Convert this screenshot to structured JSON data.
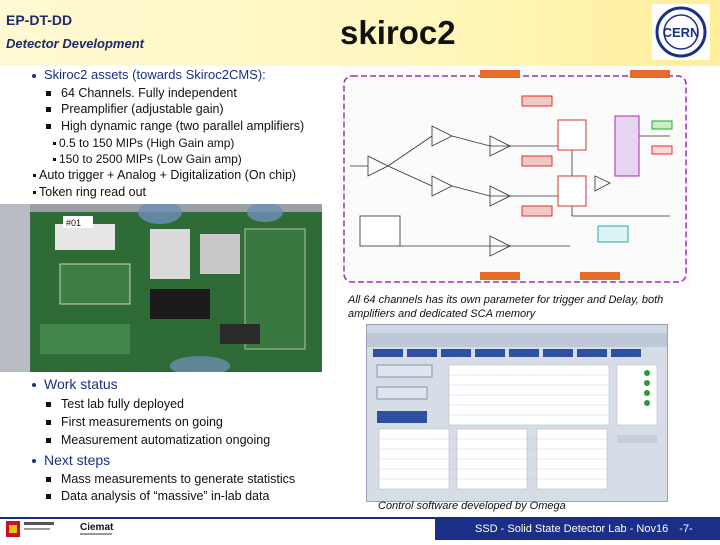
{
  "header": {
    "department": "EP-DT-DD",
    "subtitle": "Detector Development",
    "title": "skiroc2",
    "logo_text": "CERN"
  },
  "assets": {
    "heading": "Skiroc2 assets (towards Skiroc2CMS):",
    "items": [
      "64 Channels. Fully independent",
      "Preamplifier (adjustable gain)",
      "High dynamic range (two parallel amplifiers)"
    ],
    "subitems": [
      "0.5 to 150 MIPs (High Gain amp)",
      "150 to 2500 MIPs (Low Gain amp)"
    ],
    "extra_items": [
      "Auto trigger + Analog + Digitalization (On chip)",
      "Token ring read out"
    ]
  },
  "work_status": {
    "heading": "Work status",
    "items": [
      "Test lab fully deployed",
      "First measurements on going",
      "Measurement automatization ongoing"
    ]
  },
  "next_steps": {
    "heading": "Next steps",
    "items": [
      "Mass measurements to generate statistics",
      "Data analysis of “massive” in-lab data"
    ]
  },
  "captions": {
    "schematic": "All 64 channels has its own parameter for trigger and Delay, both amplifiers and dedicated SCA memory",
    "software": "Control software developed by Omega"
  },
  "board": {
    "label": "#01"
  },
  "footer": {
    "text": "SSD - Solid State Detector Lab - Nov16",
    "page": "-7-",
    "logo_text": "Ciemat"
  },
  "colors": {
    "navy": "#1c2f86",
    "header_bg": "#fff7c0",
    "schematic_red": "#d9342b",
    "schematic_purple": "#a22fb0",
    "board_green": "#2f6b37"
  }
}
